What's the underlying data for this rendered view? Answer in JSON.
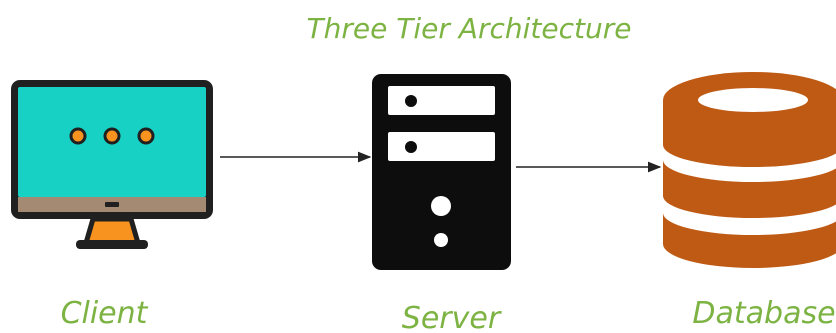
{
  "title": "Three Tier Architecture",
  "nodes": {
    "client": {
      "label": "Client",
      "icon": "monitor-icon"
    },
    "server": {
      "label": "Server",
      "icon": "server-tower-icon"
    },
    "database": {
      "label": "Database",
      "icon": "database-cylinder-icon"
    }
  },
  "colors": {
    "label_green": "#7cb342",
    "screen_teal": "#17d1c4",
    "monitor_bezel": "#202020",
    "monitor_chin": "#a48a72",
    "monitor_stand": "#f7931e",
    "dot_orange": "#f7931e",
    "server_black": "#0d0d0d",
    "database_brown": "#bf5a14",
    "arrow": "#222222"
  }
}
